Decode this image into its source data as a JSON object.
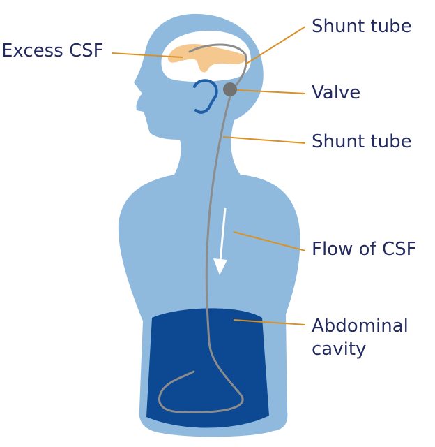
{
  "labels": {
    "excess_csf": "Excess CSF",
    "shunt_tube_upper": "Shunt tube",
    "valve": "Valve",
    "shunt_tube_lower": "Shunt tube",
    "flow_of_csf": "Flow of CSF",
    "abdominal_cavity_line1": "Abdominal",
    "abdominal_cavity_line2": "cavity"
  },
  "colors": {
    "body": "#8fbadd",
    "head_interior": "#ffffff",
    "csf": "#f4c88f",
    "ear": "#1f5ea6",
    "abdomen": "#0d4893",
    "tube": "#8c8c8c",
    "valve": "#727272",
    "leader_line": "#d99127",
    "flow_arrow": "#ffffff",
    "label_text": "#232b5e"
  }
}
